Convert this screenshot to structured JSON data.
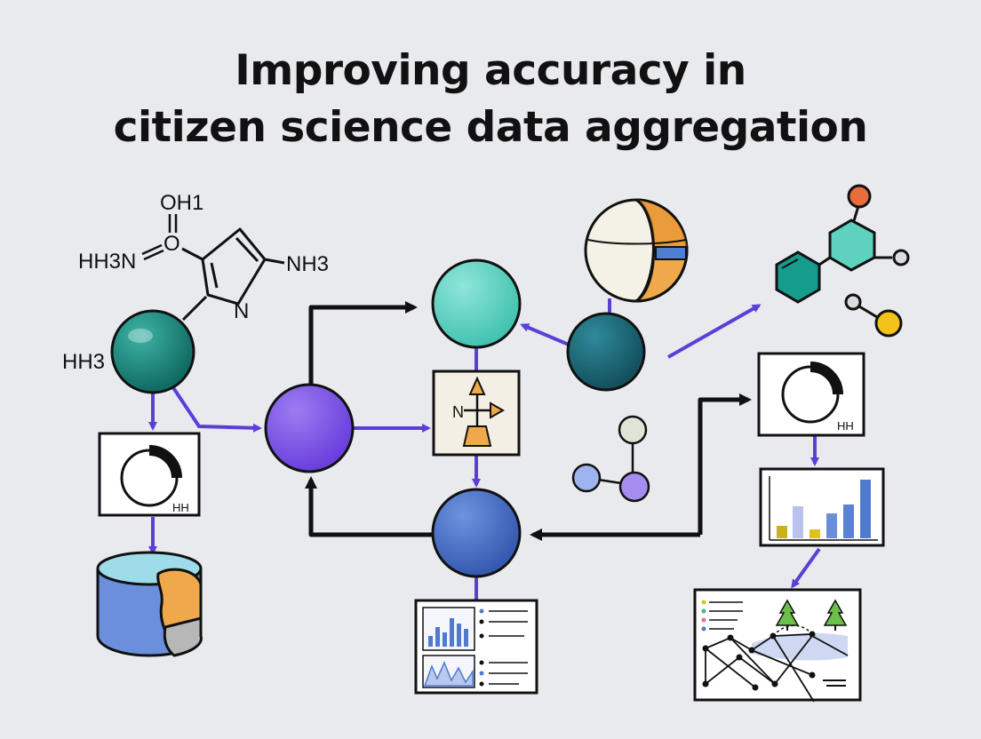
{
  "title": {
    "line1": "Improving accuracy in",
    "line2": "citizen science data aggregation"
  },
  "molecule": {
    "oh": "OH1",
    "amine_left": "HH3N",
    "ring_o": "O",
    "nh3": "NH3",
    "ring_n": "N",
    "hh3": "HH3"
  },
  "gauges": {
    "left_label": "HH",
    "right_label": "HH"
  },
  "symbol_box": {
    "label": "N"
  },
  "colors": {
    "background": "#e9eaee",
    "teal_dark": "#16776f",
    "teal_light": "#5fd3c3",
    "purple": "#7b52e6",
    "blue": "#4670c8",
    "navy_teal": "#1a6677",
    "arrow_purple": "#5b3fd6",
    "arrow_black": "#111111",
    "orange": "#f0a94a"
  },
  "icons": [
    "molecule-structure-icon",
    "globe-icon",
    "hexagon-molecule-icon",
    "gauge-icon",
    "database-icon",
    "person-symbol-icon",
    "bar-chart-icon",
    "dashboard-icon",
    "network-chart-icon"
  ]
}
